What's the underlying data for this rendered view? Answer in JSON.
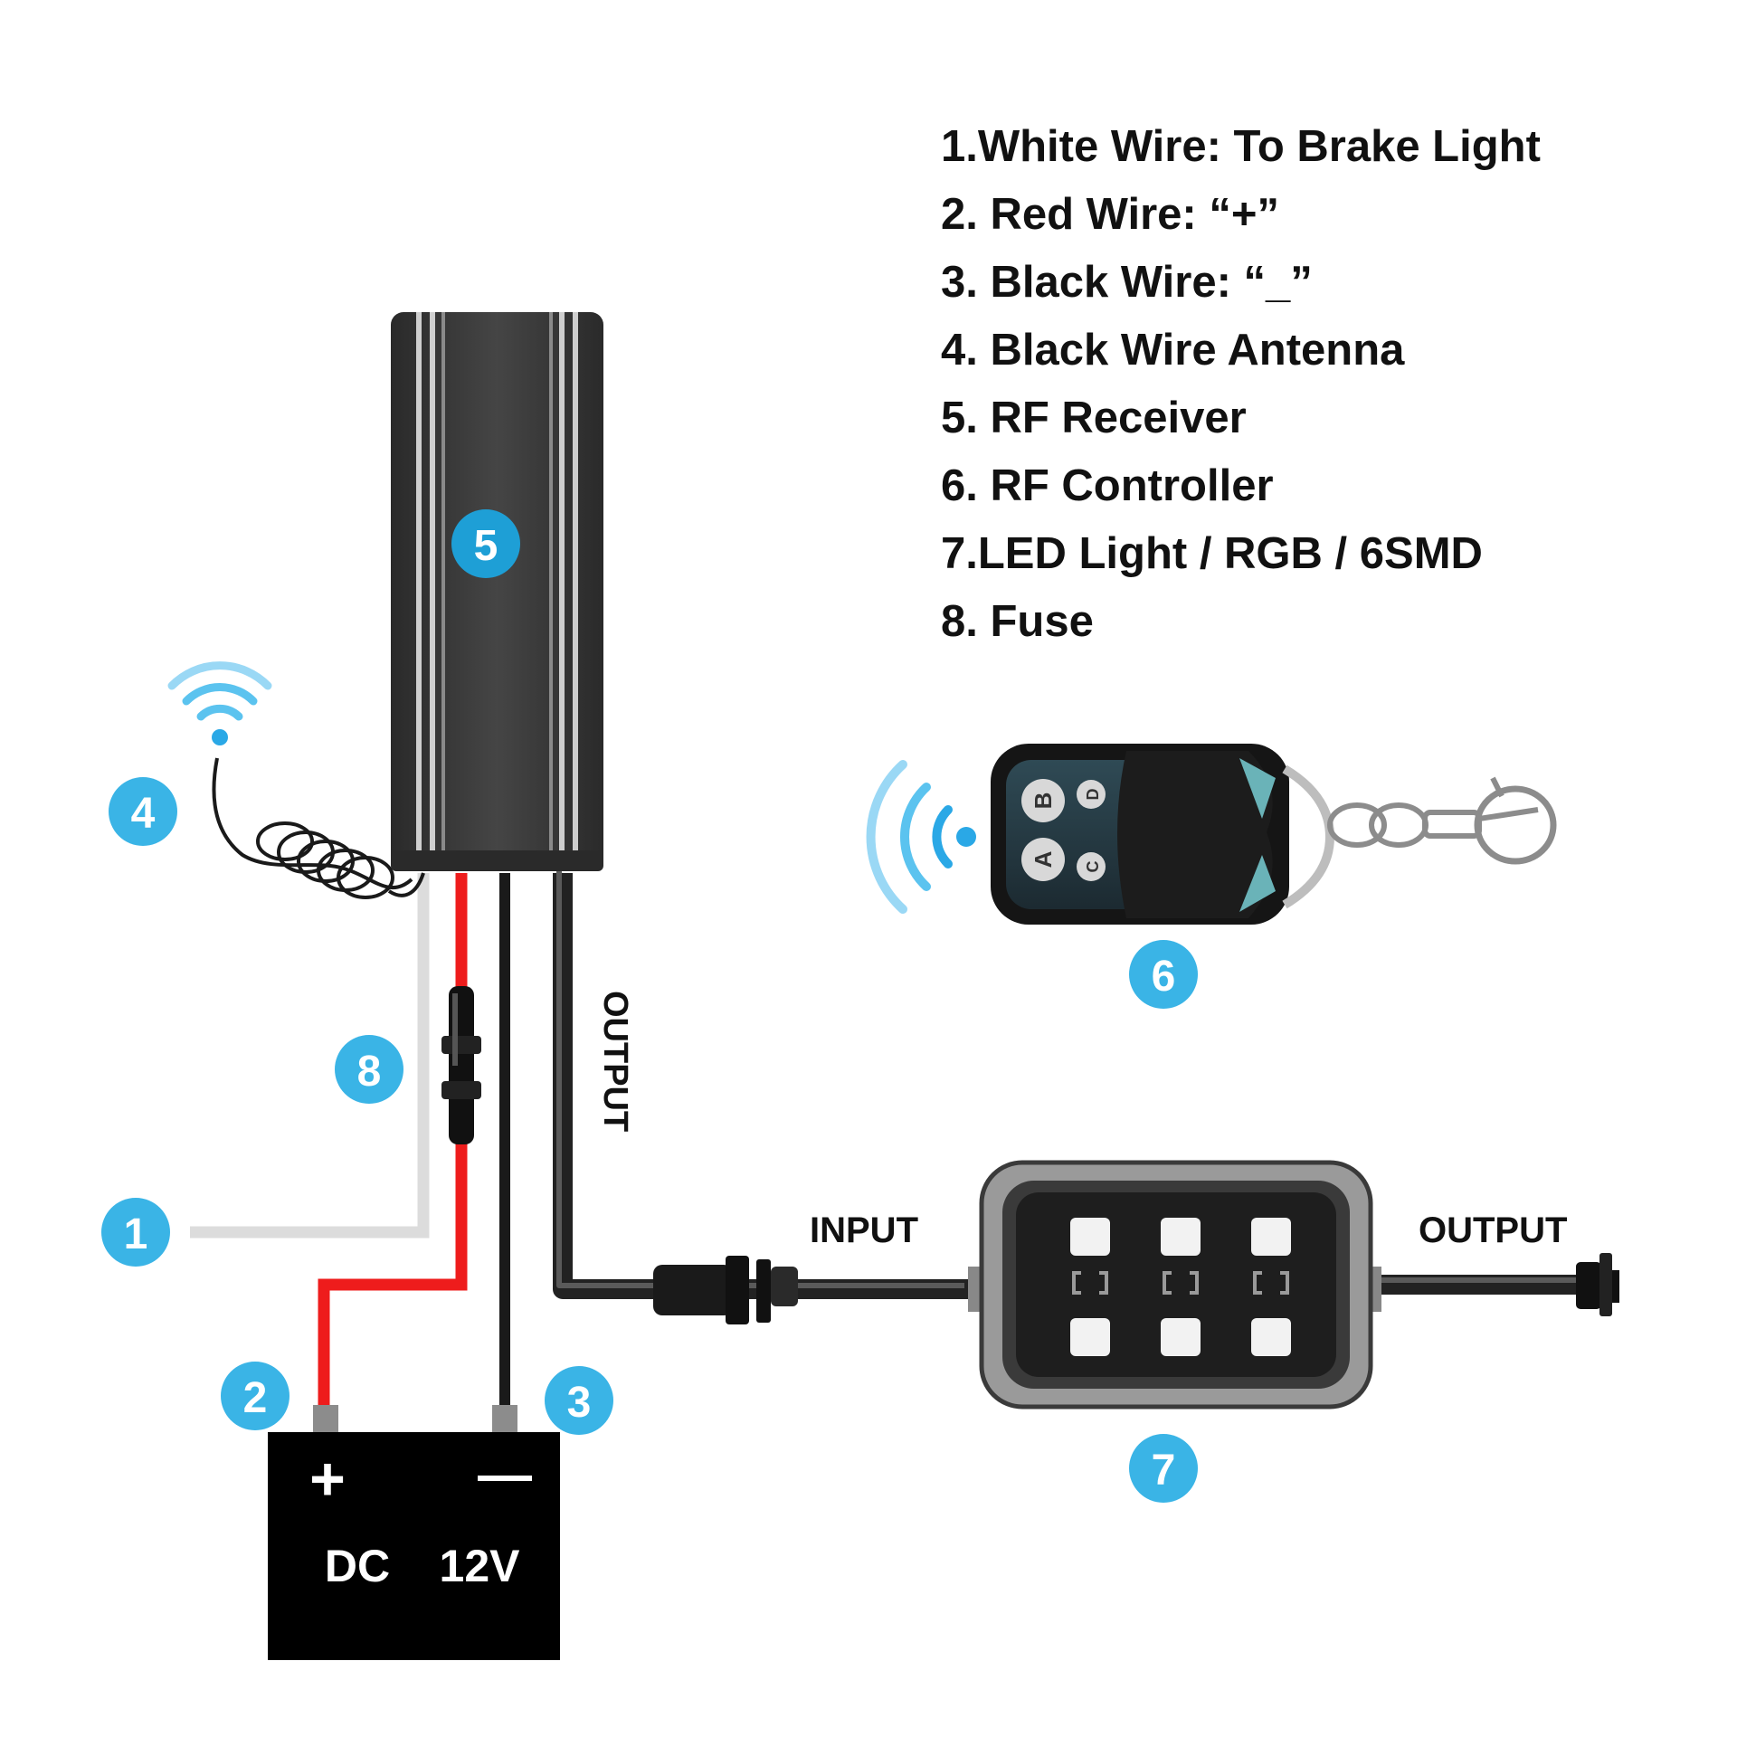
{
  "legend": {
    "items": [
      "1.White Wire: To Brake Light",
      "2. Red Wire: “+”",
      "3. Black Wire: “_”",
      "4. Black Wire Antenna",
      "5. RF Receiver",
      "6. RF Controller",
      "7.LED Light / RGB / 6SMD",
      "8. Fuse"
    ]
  },
  "badges": {
    "b1": "1",
    "b2": "2",
    "b3": "3",
    "b4": "4",
    "b5": "5",
    "b6": "6",
    "b7": "7",
    "b8": "8"
  },
  "labels": {
    "output_vertical": "OUTPUT",
    "input": "INPUT",
    "output_right": "OUTPUT"
  },
  "battery": {
    "plus": "+",
    "minus": "—",
    "dc": "DC",
    "volts": "12V"
  },
  "remote": {
    "button_a": "A",
    "button_b": "B",
    "button_c": "C",
    "button_d": "D"
  },
  "colors": {
    "badge": "#3ab4e6",
    "red_wire": "#ee1c1c",
    "white_wire": "#dcdcdc",
    "black_wire": "#1a1a1a",
    "receiver_body": "#3a3a3a",
    "signal": "#5bc3ef"
  },
  "icons": [
    "wifi-signal-icon",
    "radio-signal-icon",
    "key-ring-icon"
  ]
}
